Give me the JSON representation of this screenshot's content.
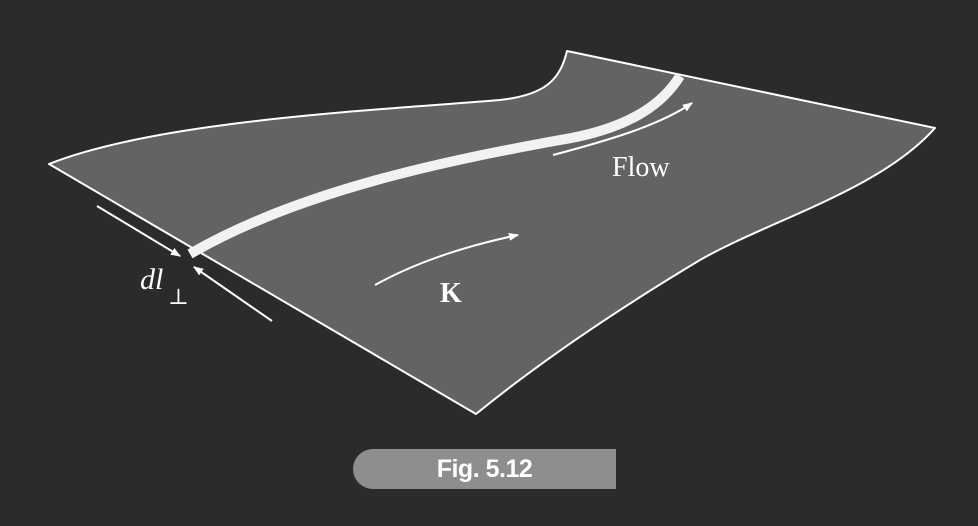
{
  "figure": {
    "label_flow": "Flow",
    "label_k": "K",
    "label_dl_main": "dl",
    "label_dl_sub": "⊥",
    "caption": "Fig. 5.12"
  },
  "colors": {
    "background": "#2b2b2b",
    "surface": "#636363",
    "outline": "#ffffff",
    "stripe": "#f2f2f2",
    "caption_bg": "#8e8e8e"
  }
}
